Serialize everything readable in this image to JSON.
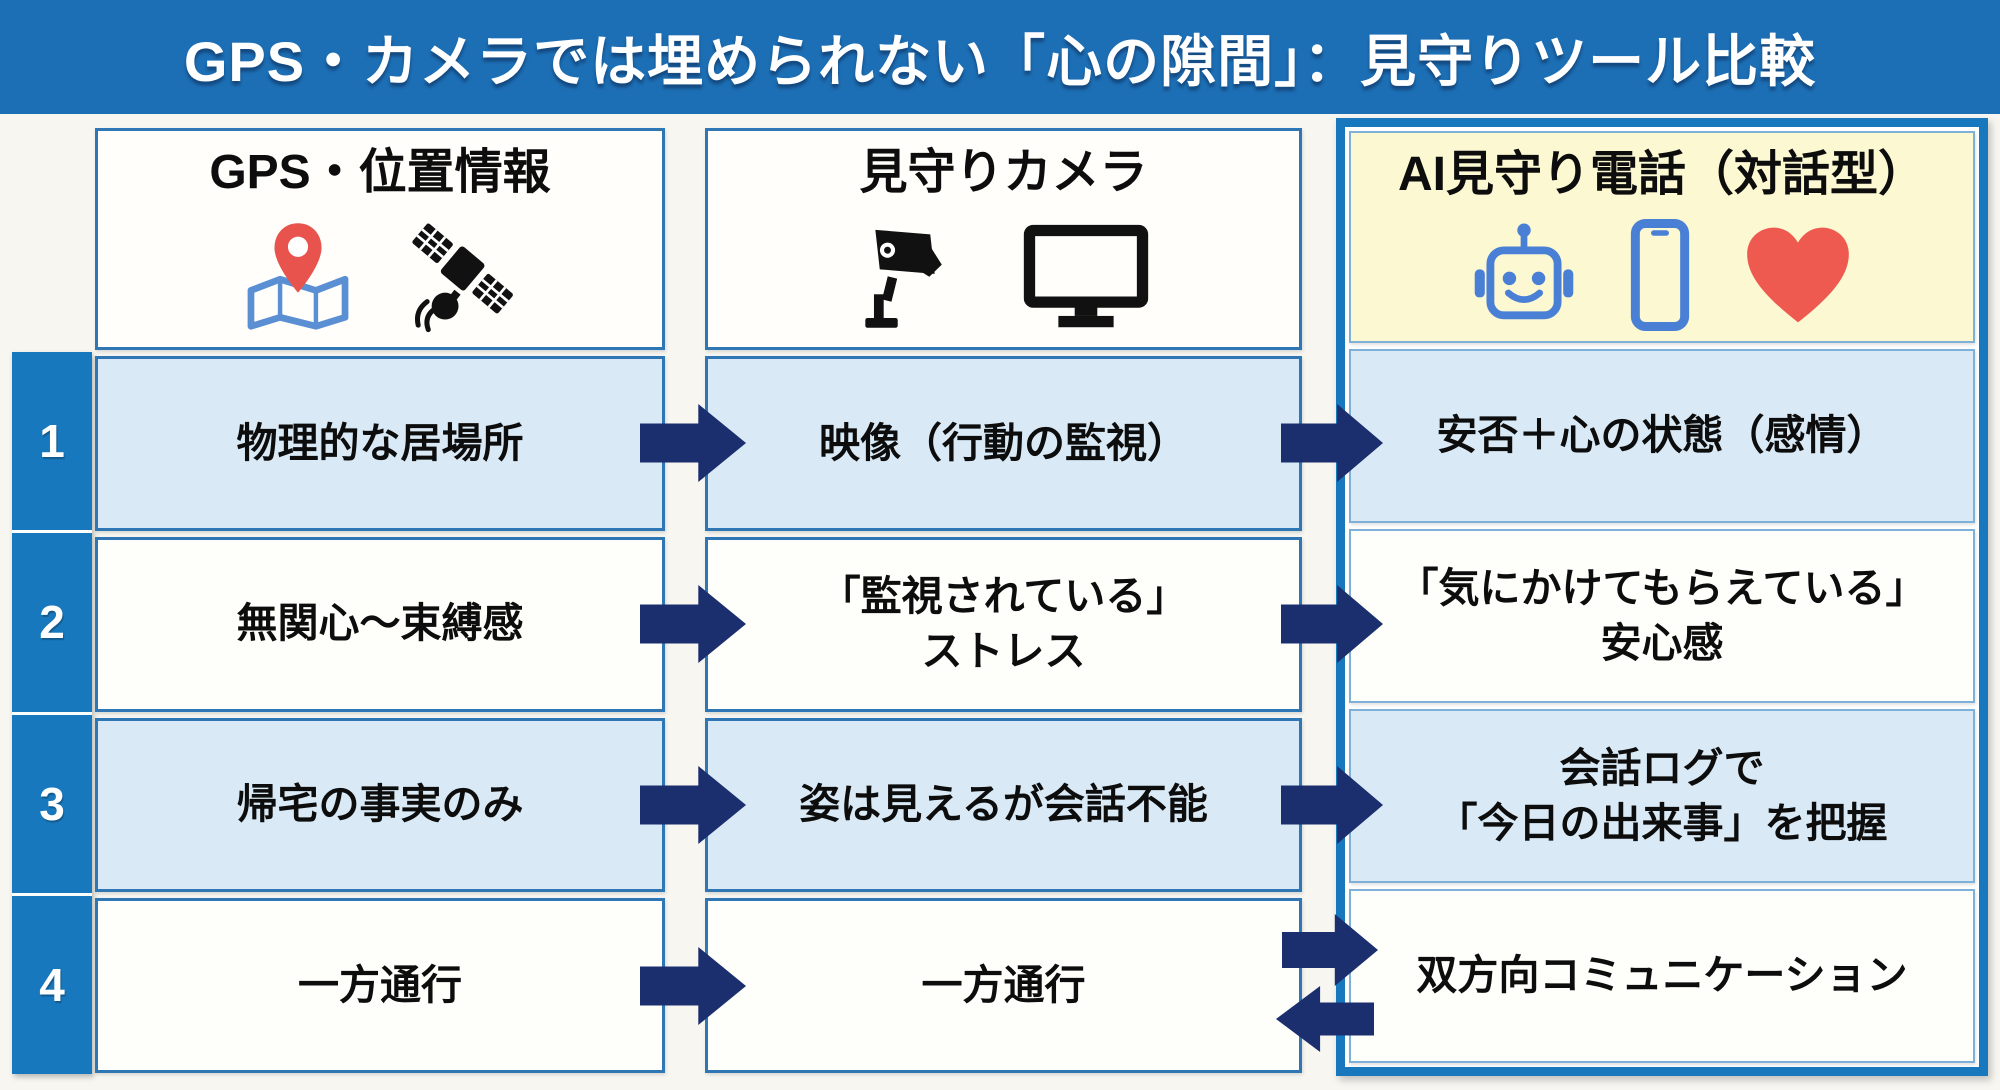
{
  "title": "GPS・カメラでは埋められない「心の隙間」：見守りツール比較",
  "row_numbers": [
    "1",
    "2",
    "3",
    "4"
  ],
  "columns": [
    {
      "header": "GPS・位置情報",
      "icons": [
        "map-pin-icon",
        "satellite-icon"
      ],
      "rows": [
        "物理的な居場所",
        "無関心〜束縛感",
        "帰宅の事実のみ",
        "一方通行"
      ]
    },
    {
      "header": "見守りカメラ",
      "icons": [
        "cctv-camera-icon",
        "monitor-icon"
      ],
      "rows": [
        "映像（行動の監視）",
        "「監視されている」\nストレス",
        "姿は見えるが会話不能",
        "一方通行"
      ]
    },
    {
      "header": "AI見守り電話（対話型）",
      "icons": [
        "robot-icon",
        "smartphone-icon",
        "heart-icon"
      ],
      "rows": [
        "安否＋心の状態（感情）",
        "「気にかけてもらえている」\n安心感",
        "会話ログで\n「今日の出来事」を把握",
        "双方向コミュニケーション"
      ]
    }
  ],
  "colors": {
    "title_bar": "#1d6fb5",
    "number_strip": "#1878bd",
    "arrow": "#1b2f6e",
    "cell_light_blue": "#d9eaf6",
    "cell_white": "#fefefb",
    "cell_border": "#2f76b5",
    "col3_border": "#1878bd",
    "col3_header_bg": "#fbf8d2",
    "map_blue": "#5b8fd4",
    "pin_red": "#e8544d",
    "icon_black": "#111111",
    "robot_blue": "#4a7fd6",
    "heart_red": "#ef5a50"
  }
}
